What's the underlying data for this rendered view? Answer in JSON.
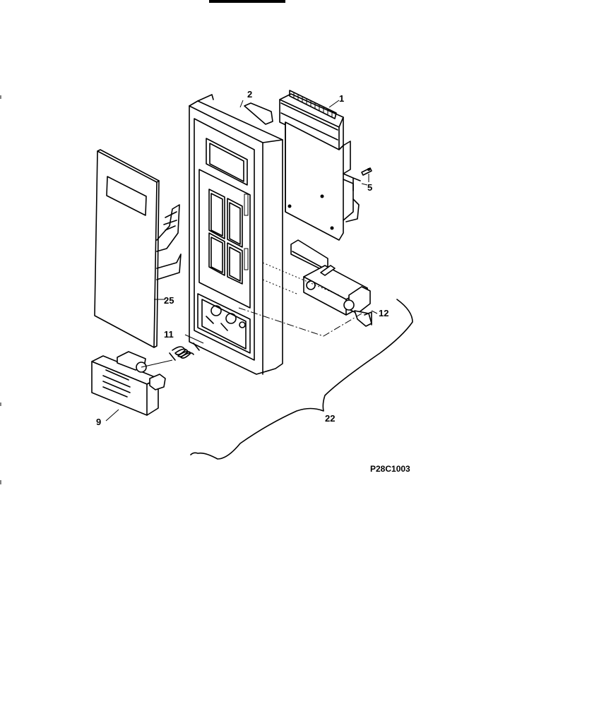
{
  "diagram": {
    "callouts": {
      "part_1": "1",
      "part_2": "2",
      "part_5": "5",
      "part_9": "9",
      "part_11": "11",
      "part_12": "12",
      "part_22": "22",
      "part_25": "25"
    },
    "drawing_code": "P28C1003"
  }
}
